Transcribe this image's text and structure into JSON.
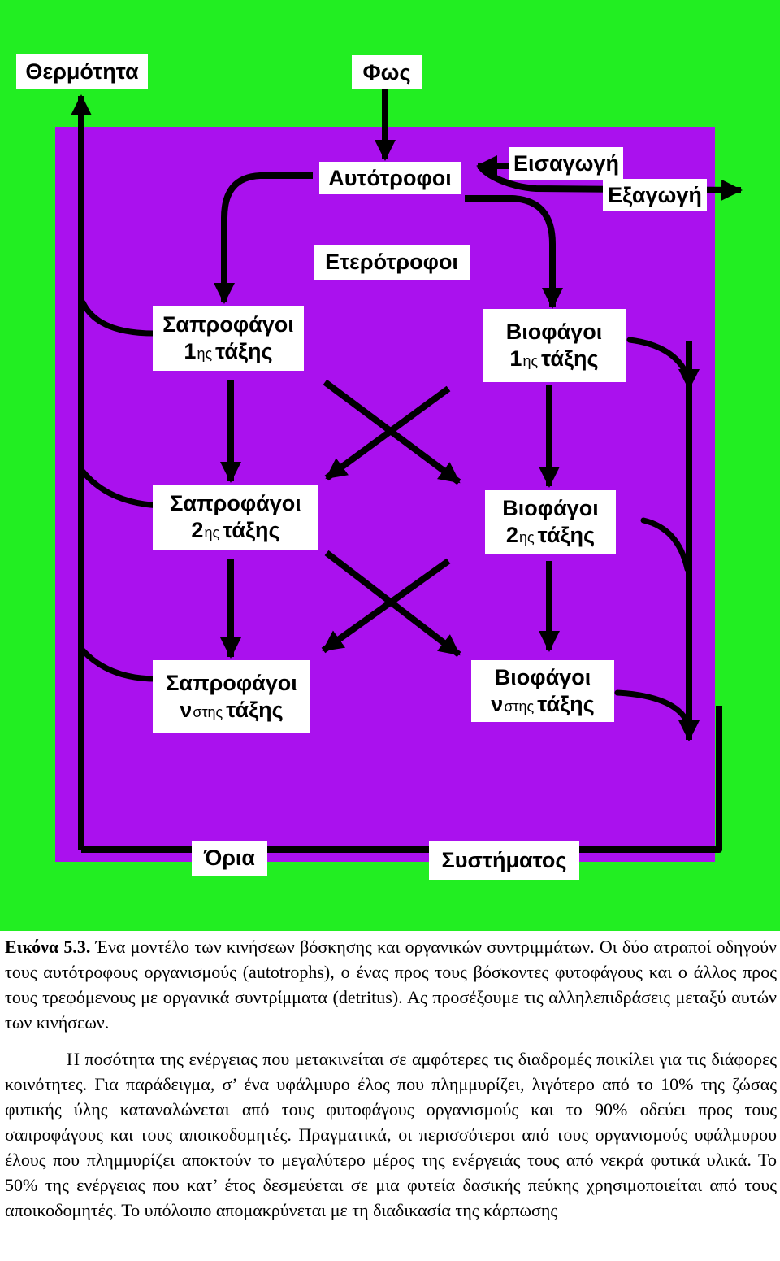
{
  "colors": {
    "outer_background": "#22ee22",
    "system_background": "#aa11ee",
    "arrow": "#000000",
    "box_fill": "#ffffff"
  },
  "diagram": {
    "heat": "Θερμότητα",
    "light": "Φως",
    "autotrophs": "Αυτότροφοι",
    "import": "Εισαγωγή",
    "export": "Εξαγωγή",
    "heterotrophs": "Ετερότροφοι",
    "sapro1": {
      "name": "Σαπροφάγοι",
      "num": "1",
      "suffix": "ης",
      "word": "τάξης"
    },
    "bio1": {
      "name": "Βιοφάγοι",
      "num": "1",
      "suffix": "ης",
      "word": "τάξης"
    },
    "sapro2": {
      "name": "Σαπροφάγοι",
      "num": "2",
      "suffix": "ης",
      "word": "τάξης"
    },
    "bio2": {
      "name": "Βιοφάγοι",
      "num": "2",
      "suffix": "ης",
      "word": "τάξης"
    },
    "sapron": {
      "name": "Σαπροφάγοι",
      "num": "ν",
      "suffix": "στης",
      "word": "τάξης"
    },
    "bion": {
      "name": "Βιοφάγοι",
      "num": "ν",
      "suffix": "στης",
      "word": "τάξης"
    },
    "boundaries": "Όρια",
    "system": "Συστήματος"
  },
  "caption": {
    "label": "Εικόνα 5.3.",
    "text": " Ένα μοντέλο των κινήσεων βόσκησης και οργανικών συντριμμάτων. Οι δύο ατραποί οδηγούν τους αυτότροφους οργανισμούς (autotrophs), ο ένας προς τους βόσκοντες φυτοφάγους και ο άλλος προς τους τρεφόμενους με οργανικά συντρίμματα (detritus). Ας προσέξουμε τις αλληλεπιδράσεις μεταξύ αυτών των κινήσεων.",
    "paragraph2": "Η ποσότητα της ενέργειας που μετακινείται σε αμφότερες τις διαδρομές ποικίλει για τις διάφορες κοινότητες. Για παράδειγμα, σ’ ένα υφάλμυρο έλος που πλημμυρίζει, λιγότερο από το 10% της ζώσας φυτικής ύλης καταναλώνεται από τους φυτοφάγους οργανισμούς και το 90% οδεύει προς τους σαπροφάγους και τους αποικοδομητές. Πραγματικά, οι περισσότεροι από τους οργανισμούς υφάλμυρου έλους που πλημμυρίζει αποκτούν το μεγαλύτερο μέρος της ενέργειάς τους από νεκρά φυτικά υλικά. Το 50% της ενέργειας που κατ’ έτος δεσμεύεται σε μια φυτεία δασικής πεύκης χρησιμοποιείται από τους αποικοδομητές. Το υπόλοιπο απομακρύνεται με τη διαδικασία της κάρπωσης"
  }
}
